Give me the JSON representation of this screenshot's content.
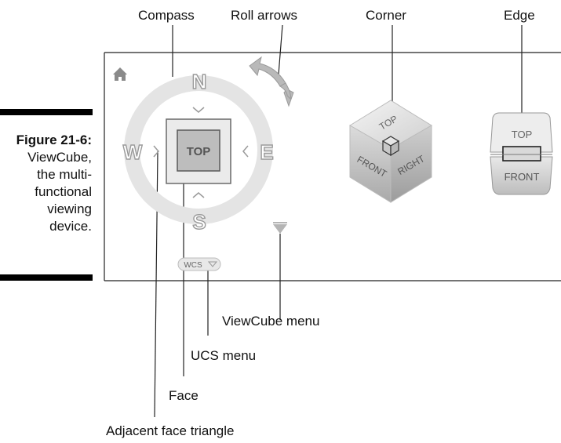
{
  "callouts": {
    "compass": "Compass",
    "roll_arrows": "Roll arrows",
    "corner": "Corner",
    "edge": "Edge",
    "viewcube_menu": "ViewCube menu",
    "ucs_menu": "UCS menu",
    "face": "Face",
    "adjacent_face_triangle": "Adjacent face triangle"
  },
  "caption": {
    "figure": "Figure 21-6:",
    "text": "ViewCube,\nthe multi-\nfunctional\nviewing\ndevice."
  },
  "viewcube": {
    "compass_n": "N",
    "compass_s": "S",
    "compass_e": "E",
    "compass_w": "W",
    "face_label": "TOP",
    "wcs_label": "WCS"
  },
  "corner_cube": {
    "top": "TOP",
    "front": "FRONT",
    "right": "RIGHT"
  },
  "edge_cube": {
    "top": "TOP",
    "front": "FRONT"
  },
  "icons": {
    "home": "home-icon",
    "roll": "roll-arrows-icon",
    "viewcube_menu": "triangle-down-icon"
  }
}
